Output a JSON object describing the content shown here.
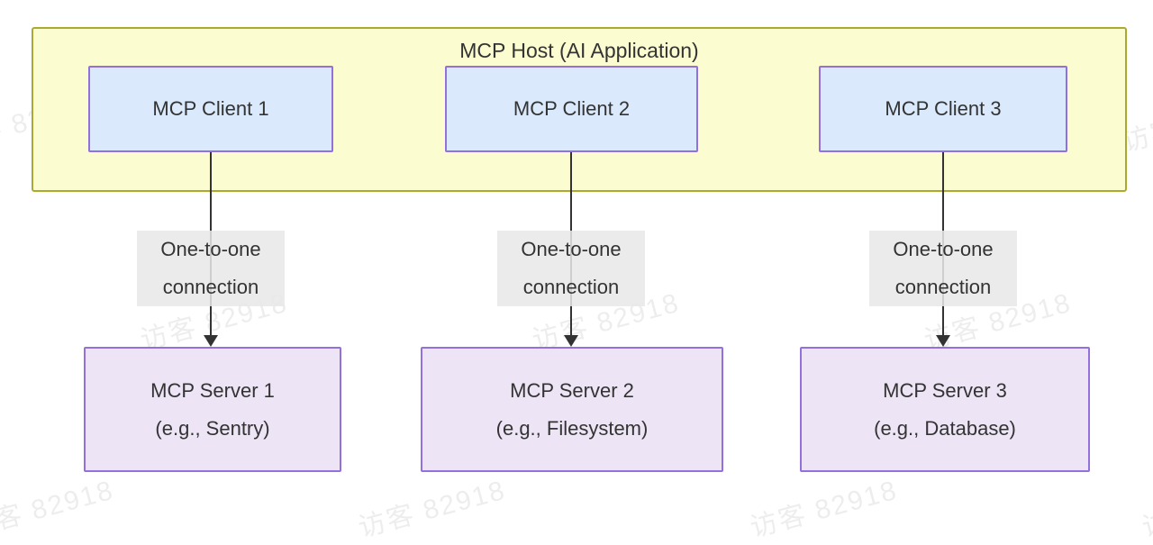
{
  "diagram": {
    "host": {
      "label": "MCP Host (AI Application)"
    },
    "clients": [
      {
        "label": "MCP Client 1"
      },
      {
        "label": "MCP Client 2"
      },
      {
        "label": "MCP Client 3"
      }
    ],
    "connections": [
      {
        "line1": "One-to-one",
        "line2": "connection"
      },
      {
        "line1": "One-to-one",
        "line2": "connection"
      },
      {
        "line1": "One-to-one",
        "line2": "connection"
      }
    ],
    "servers": [
      {
        "name": "MCP Server 1",
        "example": "(e.g., Sentry)"
      },
      {
        "name": "MCP Server 2",
        "example": "(e.g., Filesystem)"
      },
      {
        "name": "MCP Server 3",
        "example": "(e.g., Database)"
      }
    ]
  },
  "watermark": {
    "text": "访客 82918"
  },
  "colors": {
    "background": "#FFFFFF",
    "host_fill": "#FCFCD1",
    "host_border": "#AAAA33",
    "client_fill": "#DAEAFC",
    "server_fill": "#EDE4F6",
    "node_border": "#9370DB",
    "edge": "#333333",
    "edge_label_bg": "#E8E8E8",
    "text": "#333333"
  }
}
